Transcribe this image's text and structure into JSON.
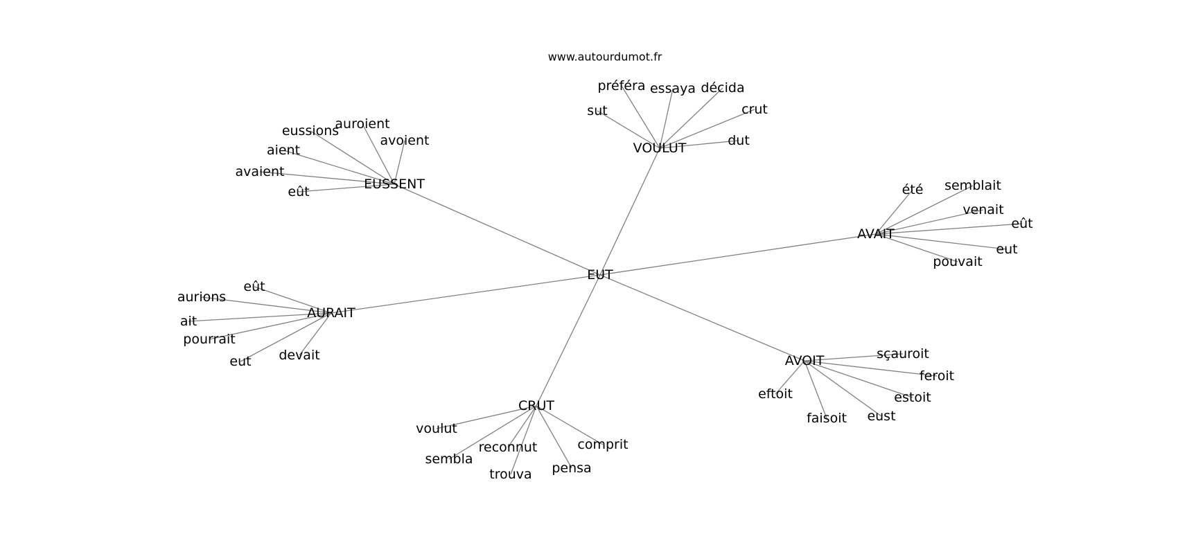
{
  "site": "www.autourdumot.fr",
  "center": "EUT",
  "clusters": [
    {
      "hub": "VOULUT",
      "leaves": [
        "préféra",
        "essaya",
        "décida",
        "sut",
        "crut",
        "dut"
      ]
    },
    {
      "hub": "EUSSENT",
      "leaves": [
        "eussions",
        "auroient",
        "avoient",
        "aient",
        "avaient",
        "eût"
      ]
    },
    {
      "hub": "AVAIT",
      "leaves": [
        "été",
        "semblait",
        "venait",
        "eût",
        "eut",
        "pouvait"
      ]
    },
    {
      "hub": "AURAIT",
      "leaves": [
        "eût",
        "aurions",
        "ait",
        "pourrait",
        "eut",
        "devait"
      ]
    },
    {
      "hub": "AVOIT",
      "leaves": [
        "sçauroit",
        "feroit",
        "estoit",
        "eust",
        "faisoit",
        "eftoit"
      ]
    },
    {
      "hub": "CRUT",
      "leaves": [
        "voulut",
        "sembla",
        "reconnut",
        "trouva",
        "pensa",
        "comprit"
      ]
    }
  ]
}
